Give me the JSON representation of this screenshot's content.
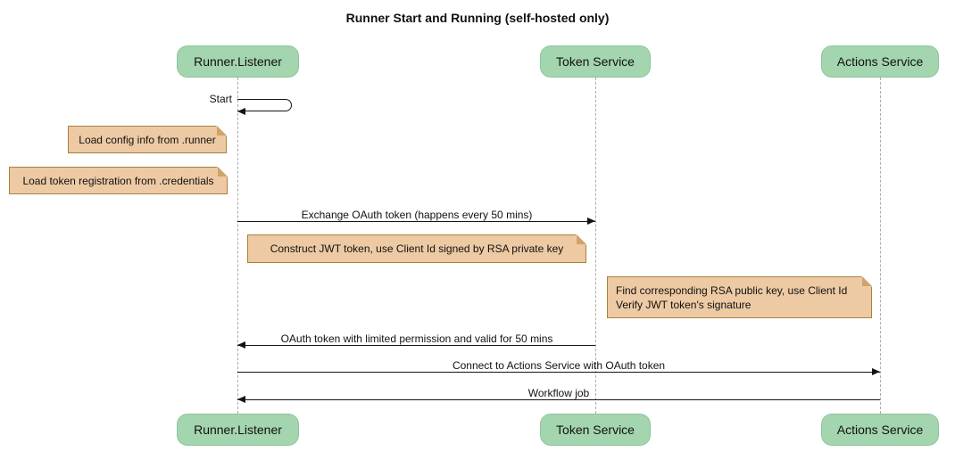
{
  "title": "Runner Start and Running (self-hosted only)",
  "participants": [
    {
      "label": "Runner.Listener"
    },
    {
      "label": "Token Service"
    },
    {
      "label": "Actions Service"
    }
  ],
  "messages": {
    "self_start": "Start",
    "exchange": "Exchange OAuth token (happens every 50 mins)",
    "oauth_return": "OAuth token with limited permission and valid for 50 mins",
    "connect": "Connect to Actions Service with OAuth token",
    "workflow": "Workflow job"
  },
  "notes": [
    {
      "text": "Load config info from .runner"
    },
    {
      "text": "Load token registration from .credentials"
    },
    {
      "text": "Construct JWT token, use Client Id signed by RSA private key"
    },
    {
      "text": "Find corresponding RSA public key, use Client Id\nVerify JWT token's signature"
    }
  ],
  "colors": {
    "participant_fill": "#A3D5AF",
    "participant_border": "#8FC49D",
    "note_fill": "#EDCAA4",
    "note_border": "#A8813F",
    "note_fold": "#CFA36B",
    "lifeline": "#ABABAB",
    "arrow": "#141414",
    "text": "#111111",
    "background": "#FFFFFF"
  }
}
